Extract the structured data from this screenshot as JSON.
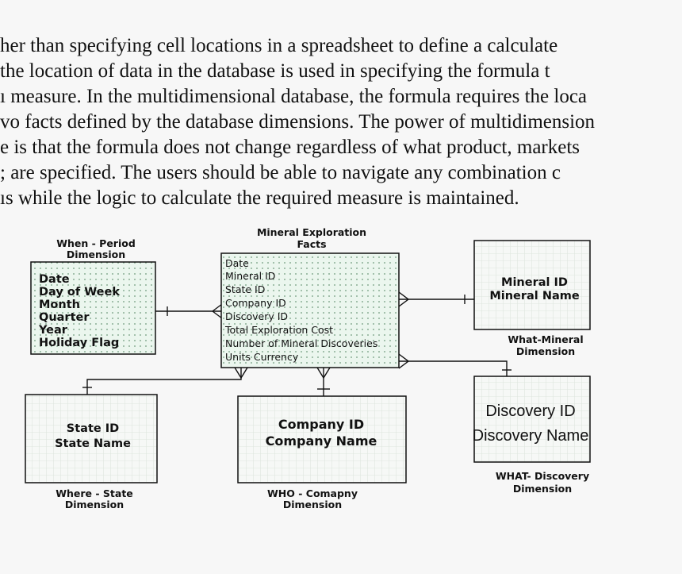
{
  "paragraph": {
    "lines": [
      "her than specifying cell locations in a spreadsheet to define a calculate",
      " the location of data in the database is used in specifying the formula t",
      "ı measure. In the multidimensional database, the formula requires the loca",
      "vo facts defined by the database dimensions. The power of multidimension",
      "e is that the formula does not change regardless of what product, markets",
      "; are specified. The users should be able to navigate any combination c",
      "ıs while the logic to calculate the required measure is maintained."
    ]
  },
  "diagram": {
    "facts": {
      "title": [
        "Mineral Exploration",
        "Facts"
      ],
      "fields": [
        "Date",
        "Mineral ID",
        "State ID",
        "Company ID",
        "Discovery ID",
        "Total Exploration Cost",
        "Number of Mineral Discoveries",
        "Units Currency"
      ]
    },
    "when": {
      "caption": [
        "When - Period",
        "Dimension"
      ],
      "fields": [
        "Date",
        "Day of Week",
        "Month",
        "Quarter",
        "Year",
        "Holiday Flag"
      ]
    },
    "mineral": {
      "fields": [
        "Mineral ID",
        "Mineral Name"
      ],
      "caption": [
        "What-Mineral",
        "Dimension"
      ]
    },
    "state": {
      "fields": [
        "State ID",
        "State Name"
      ],
      "caption": [
        "Where - State",
        "Dimension"
      ]
    },
    "company": {
      "fields": [
        "Company ID",
        "Company Name"
      ],
      "caption": [
        "WHO - Comapny",
        "Dimension"
      ]
    },
    "discovery": {
      "fields": [
        "Discovery ID",
        "Discovery Name"
      ],
      "caption": [
        "WHAT- Discovery",
        "Dimension"
      ]
    }
  }
}
